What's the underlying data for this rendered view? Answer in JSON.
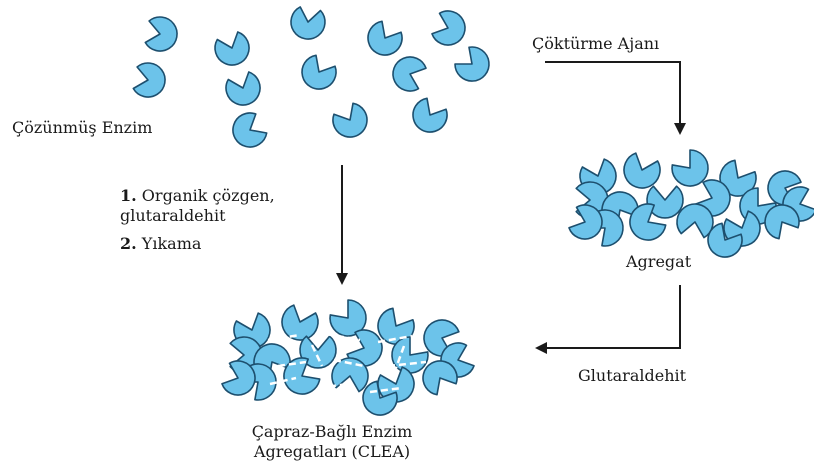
{
  "labels": {
    "dissolved_enzyme": "Çözünmüş Enzim",
    "precipitant": "Çöktürme Ajanı",
    "step1_number": "1.",
    "step1_line1": "Organik çözgen,",
    "step1_line2": "glutaraldehit",
    "step2_number": "2.",
    "step2_text": "Yıkama",
    "aggregate": "Agregat",
    "glutaraldehyde": "Glutaraldehit",
    "clea_line1": "Çapraz-Bağlı Enzim",
    "clea_line2": "Agregatları (CLEA)"
  },
  "colors": {
    "enzyme_fill": "#6cc3ea",
    "enzyme_stroke": "#1d4f6e",
    "crosslink": "#ffffff",
    "arrow": "#1a1a1a"
  },
  "icons": {
    "enzyme": "pacman-enzyme-icon"
  }
}
